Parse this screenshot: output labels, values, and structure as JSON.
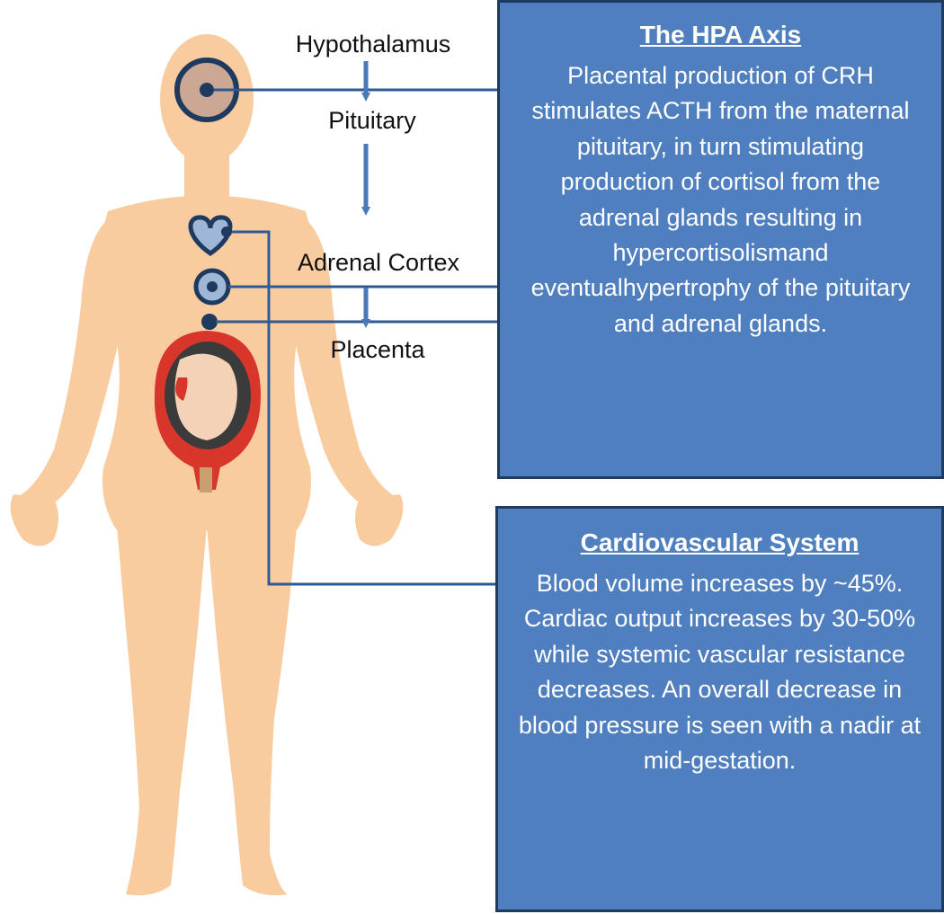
{
  "hpa_flow": {
    "hypothalamus": "Hypothalamus",
    "pituitary": "Pituitary",
    "adrenal_cortex": "Adrenal Cortex",
    "placenta": "Placenta"
  },
  "hpa_box": {
    "title": "The HPA Axis",
    "body": "Placental production of CRH stimulates ACTH from the maternal pituitary, in turn stimulating production of cortisol from the adrenal glands resulting in hypercortisolismand eventualhypertrophy of the pituitary and adrenal glands."
  },
  "cardio_box": {
    "title": "Cardiovascular System",
    "body": "Blood volume increases by ~45%. Cardiac output increases by 30-50% while systemic vascular resistance decreases. An overall decrease in blood pressure is seen with a nadir at mid-gestation."
  },
  "colors": {
    "box_fill": "#4f7fbf",
    "box_border": "#1f3a5f",
    "connector": "#2e5a93",
    "skin": "#f8cc9e",
    "uterus": "#d9362b"
  },
  "icons": [
    "brain-marker-icon",
    "heart-icon",
    "adrenal-marker-icon",
    "placenta-dot-icon",
    "fetus-icon"
  ]
}
